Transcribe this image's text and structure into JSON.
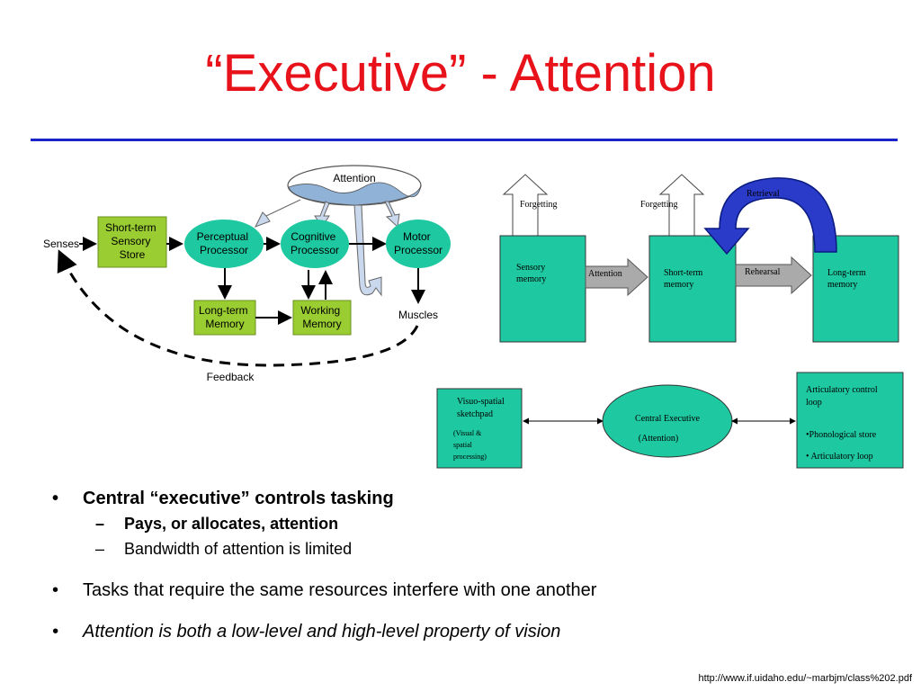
{
  "slide": {
    "title": "“Executive” - Attention",
    "source_url": "http://www.if.uidaho.edu/~marbjm/class%202.pdf"
  },
  "diagram_processor": {
    "attention": "Attention",
    "senses": "Senses",
    "sensory_store": [
      "Short-term",
      "Sensory",
      "Store"
    ],
    "perceptual": [
      "Perceptual",
      "Processor"
    ],
    "cognitive": [
      "Cognitive",
      "Processor"
    ],
    "motor": [
      "Motor",
      "Processor"
    ],
    "long_term": [
      "Long-term",
      "Memory"
    ],
    "working": [
      "Working",
      "Memory"
    ],
    "muscles": "Muscles",
    "feedback": "Feedback"
  },
  "diagram_memory": {
    "forgetting_1": "Forgetting",
    "forgetting_2": "Forgetting",
    "retrieval": "Retrieval",
    "sensory": [
      "Sensory",
      "memory"
    ],
    "attention": "Attention",
    "short_term": [
      "Short-term",
      "memory"
    ],
    "rehearsal": "Rehearsal",
    "long_term": [
      "Long-term",
      "memory"
    ]
  },
  "diagram_working_memory": {
    "visuo": [
      "Visuo-spatial",
      "sketchpad"
    ],
    "visuo_note": [
      "(Visual &",
      "spatial",
      "processing)"
    ],
    "central": "Central Executive",
    "central_note": "(Attention)",
    "articulatory": [
      "Articulatory control",
      "loop"
    ],
    "phonological": "•Phonological store",
    "articulatory_loop": "•  Articulatory loop"
  },
  "bullets": {
    "b1": "Central “executive” controls tasking",
    "b1_sub1": "Pays, or allocates, attention",
    "b1_sub2": "Bandwidth of attention is limited",
    "b2": "Tasks that require the same resources interfere with one another",
    "b3": "Attention is both a low-level and high-level property of vision"
  },
  "colors": {
    "title": "#e8121b",
    "rule": "#1a23c8",
    "box_green": "#9acd32",
    "box_teal": "#1ec8a0",
    "retrieval_arrow": "#2a3bc9"
  }
}
